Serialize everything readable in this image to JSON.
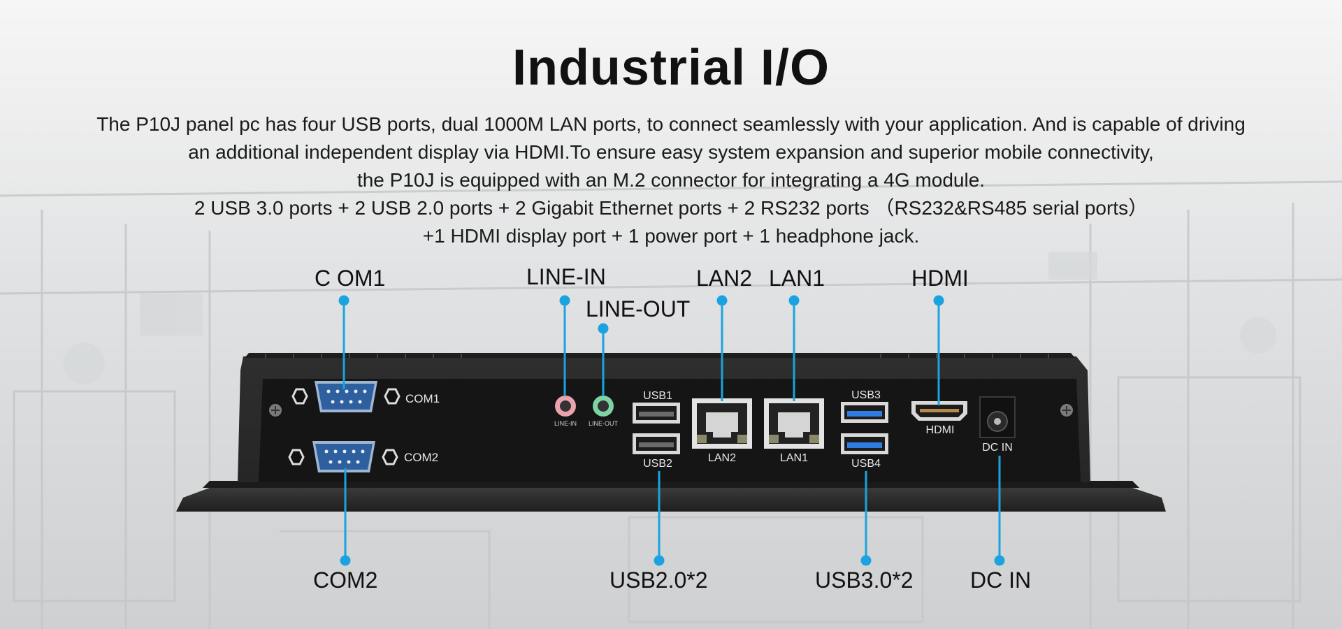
{
  "title": "Industrial I/O",
  "description": [
    "The P10J panel pc has four USB ports, dual 1000M LAN ports, to connect seamlessly with your application. And is capable of driving",
    "an additional independent display via HDMI.To ensure easy system expansion and superior mobile connectivity,",
    "the P10J is equipped with an M.2 connector for integrating a 4G module.",
    "2 USB 3.0 ports + 2 USB 2.0 ports + 2 Gigabit Ethernet ports + 2 RS232 ports （RS232&RS485 serial ports）",
    "+1 HDMI display port + 1 power port + 1 headphone jack."
  ],
  "callouts": {
    "com1": "C OM1",
    "line_in": "LINE-IN",
    "line_out": "LINE-OUT",
    "lan2": "LAN2",
    "lan1": "LAN1",
    "hdmi": "HDMI",
    "com2": "COM2",
    "usb20": "USB2.0*2",
    "usb30": "USB3.0*2",
    "dc_in": "DC IN"
  },
  "panel_labels": {
    "com1": "COM1",
    "com2": "COM2",
    "line_in": "LINE-IN",
    "line_out": "LINE-OUT",
    "usb1": "USB1",
    "usb2": "USB2",
    "lan2": "LAN2",
    "lan1": "LAN1",
    "usb3": "USB3",
    "usb4": "USB4",
    "hdmi": "HDMI",
    "dc_in": "DC IN"
  },
  "colors": {
    "callout_line": "#1aa3e0",
    "panel": "#2b2b2b",
    "db9": "#2e5f9e",
    "usb3_blue": "#2f7de0",
    "line_in_pink": "#e9a3ad",
    "line_out_green": "#7fd3a3"
  }
}
